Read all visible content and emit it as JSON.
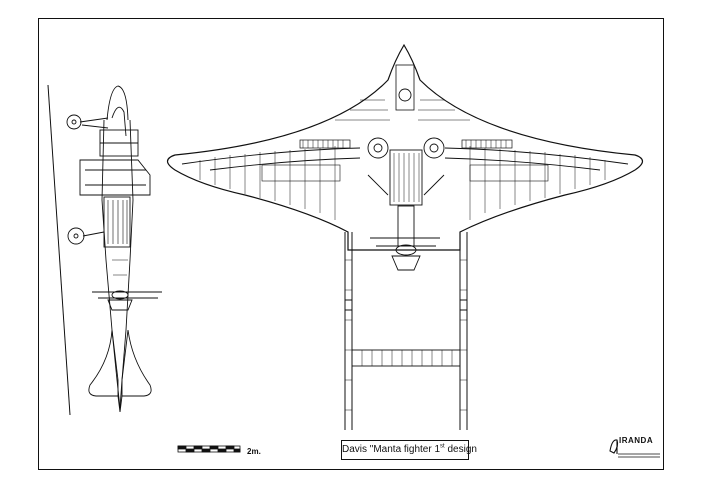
{
  "drawing": {
    "title_main": "Davis \"Manta fighter 1",
    "title_sup": "st",
    "title_tail": " design",
    "scale_label": "2m.",
    "maker_name": "IRANDA"
  }
}
